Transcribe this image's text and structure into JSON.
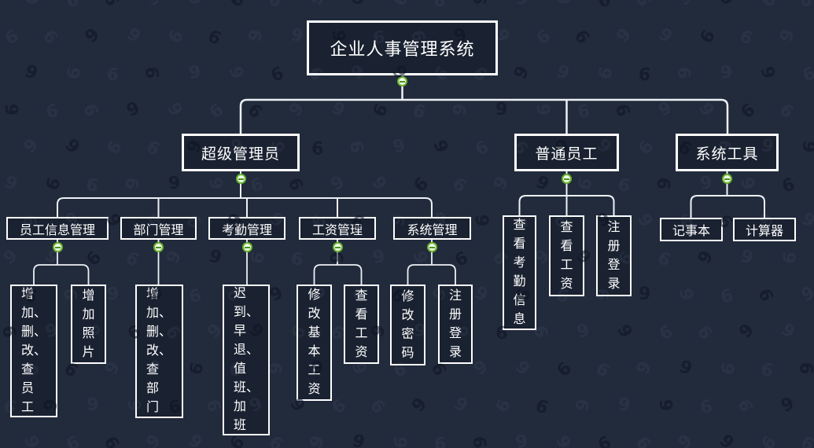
{
  "app": {
    "background_color": "#222b3c",
    "node_border_color": "#ffffff",
    "connector_color": "#edf1f6",
    "text_color": "#ffffff",
    "toggle": {
      "glyph": "minus",
      "fill": "#f1fae9",
      "border_color": "#69b42d"
    }
  },
  "tree": {
    "root": {
      "label": "企业人事管理系统"
    },
    "branches": [
      {
        "label": "超级管理员",
        "children": [
          {
            "label": "员工信息管理",
            "children": [
              {
                "label": "增加、删、改、查员工",
                "lines": "增\n加、\n删、\n改、\n查\n员\n工"
              },
              {
                "label": "增加照片",
                "lines": "增\n加\n照\n片"
              }
            ]
          },
          {
            "label": "部门管理",
            "children": [
              {
                "label": "增加、删、改、查部门",
                "lines": "增\n加、\n删、\n改、\n查\n部\n门"
              }
            ]
          },
          {
            "label": "考勤管理",
            "children": [
              {
                "label": "迟到、早退、值班、加班",
                "lines": "迟\n到、\n早\n退、\n值\n班、\n加\n班"
              }
            ]
          },
          {
            "label": "工资管理",
            "children": [
              {
                "label": "修改基本工资",
                "lines": "修\n改\n基\n本\n工\n资"
              },
              {
                "label": "查看工资",
                "lines": "查\n看\n工\n资"
              }
            ]
          },
          {
            "label": "系统管理",
            "children": [
              {
                "label": "修改密码",
                "lines": "修\n改\n密\n码"
              },
              {
                "label": "注册登录",
                "lines": "注\n册\n登\n录"
              }
            ]
          }
        ]
      },
      {
        "label": "普通员工",
        "children": [
          {
            "label": "查看考勤信息",
            "lines": "查\n看\n考\n勤\n信\n息"
          },
          {
            "label": "查看工资",
            "lines": "查\n看\n工\n资"
          },
          {
            "label": "注册登录",
            "lines": "注\n册\n登\n录"
          }
        ]
      },
      {
        "label": "系统工具",
        "children": [
          {
            "label": "记事本"
          },
          {
            "label": "计算器"
          }
        ]
      }
    ]
  },
  "watermark": {
    "glyph": "9"
  }
}
